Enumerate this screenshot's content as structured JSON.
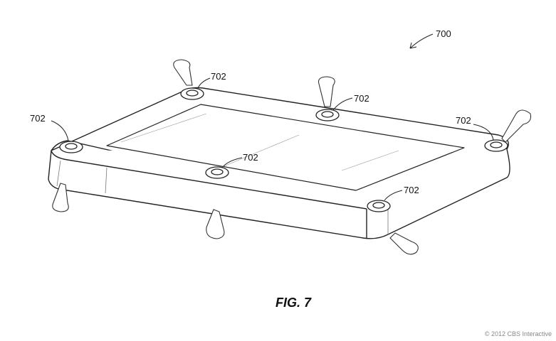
{
  "figure": {
    "caption": "FIG. 7",
    "reference_main": "700",
    "reference_bumper": "702",
    "bumper_labels": [
      "702",
      "702",
      "702",
      "702",
      "702",
      "702"
    ]
  },
  "copyright": "© 2012 CBS Interactive"
}
